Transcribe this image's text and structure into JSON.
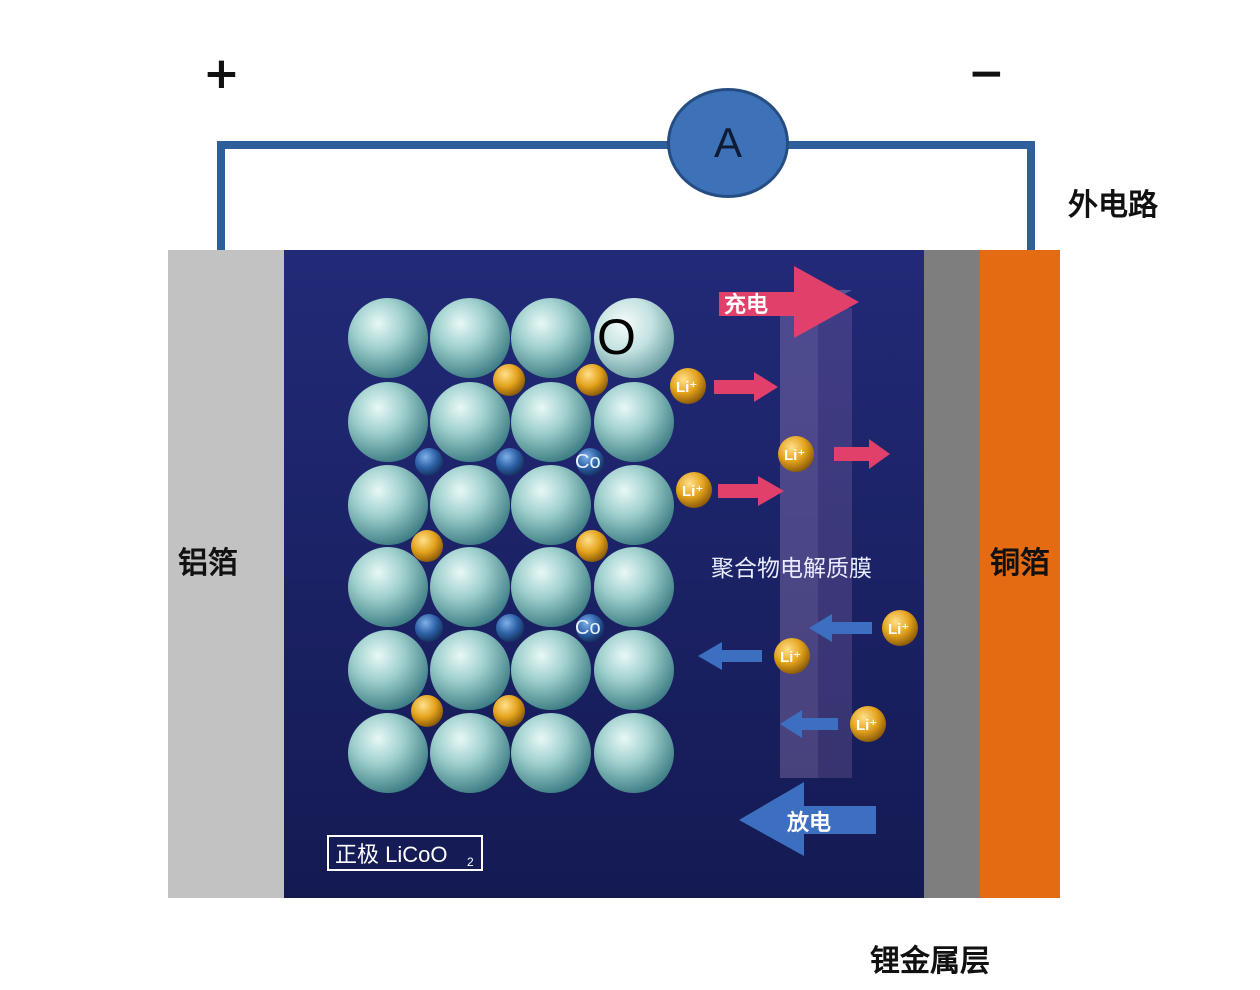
{
  "terminals": {
    "positive": "+",
    "negative": "−"
  },
  "ammeter": {
    "label": "A"
  },
  "external_circuit": "外电路",
  "aluminum_foil": "铝箔",
  "copper_foil": "铜箔",
  "lithium_layer": "锂金属层",
  "cathode": {
    "label": "正极 LiCoO",
    "subscript": "2",
    "oxygen_label": "O",
    "cobalt_label": "Co"
  },
  "electrolyte": "聚合物电解质膜",
  "charge": "充电",
  "discharge": "放电",
  "li_ion": "Li⁺",
  "colors": {
    "wire": "#2f5f9a",
    "aluminum": "#c2c2c2",
    "copper": "#e46b12",
    "cell_bg": "#1c2466",
    "charge_arrow": "#e0406a",
    "discharge_arrow": "#3d6fc0",
    "oxygen_sphere": "#9fd0cd",
    "lithium_atom": "#e3a21c",
    "cobalt_atom": "#2e62a8"
  }
}
